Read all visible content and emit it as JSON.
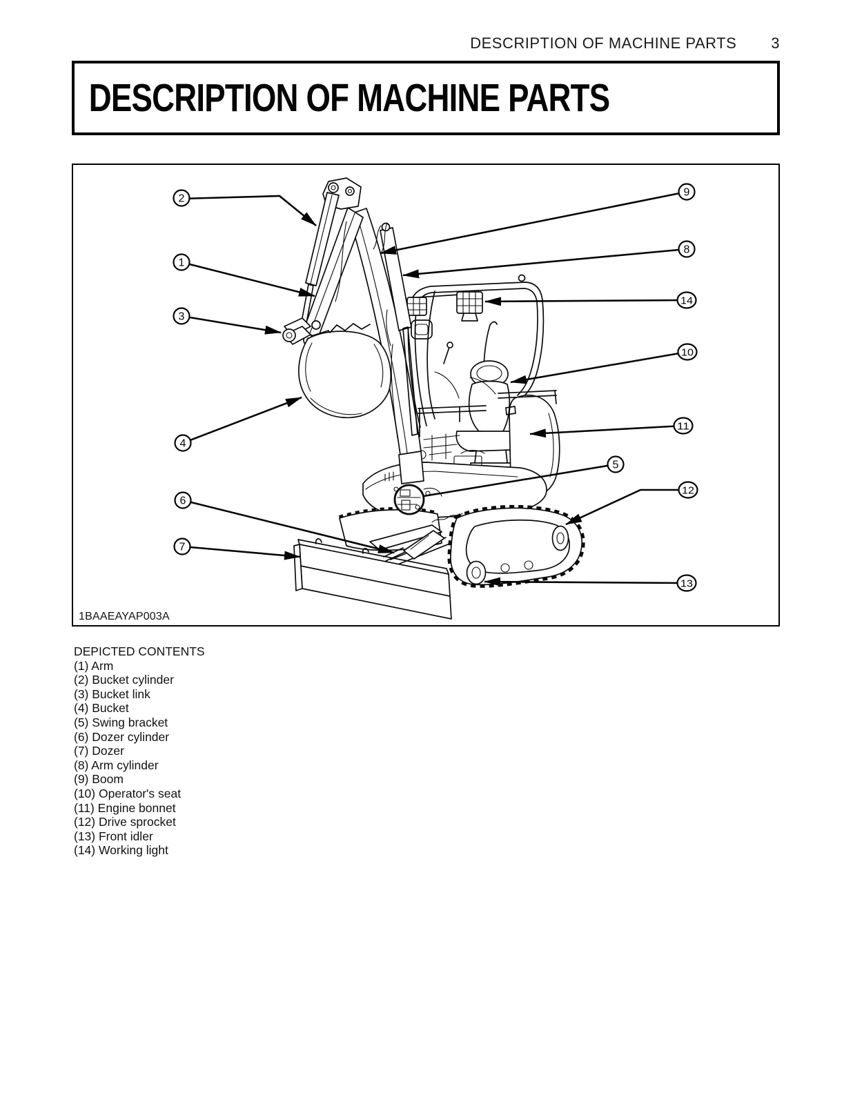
{
  "running_header": {
    "title": "DESCRIPTION OF MACHINE PARTS",
    "page_number": "3"
  },
  "title_banner": {
    "text": "DESCRIPTION OF MACHINE PARTS"
  },
  "figure": {
    "code": "1BAAEAYAP003A",
    "callouts": [
      "1",
      "2",
      "3",
      "4",
      "5",
      "6",
      "7",
      "8",
      "9",
      "10",
      "11",
      "12",
      "13",
      "14"
    ]
  },
  "contents": {
    "heading": "DEPICTED CONTENTS",
    "items": [
      "(1) Arm",
      "(2) Bucket cylinder",
      "(3) Bucket link",
      "(4) Bucket",
      "(5) Swing bracket",
      "(6) Dozer cylinder",
      "(7) Dozer",
      "(8) Arm cylinder",
      "(9) Boom",
      "(10) Operator's seat",
      "(11) Engine bonnet",
      "(12) Drive sprocket",
      "(13) Front idler",
      "(14) Working light"
    ]
  }
}
